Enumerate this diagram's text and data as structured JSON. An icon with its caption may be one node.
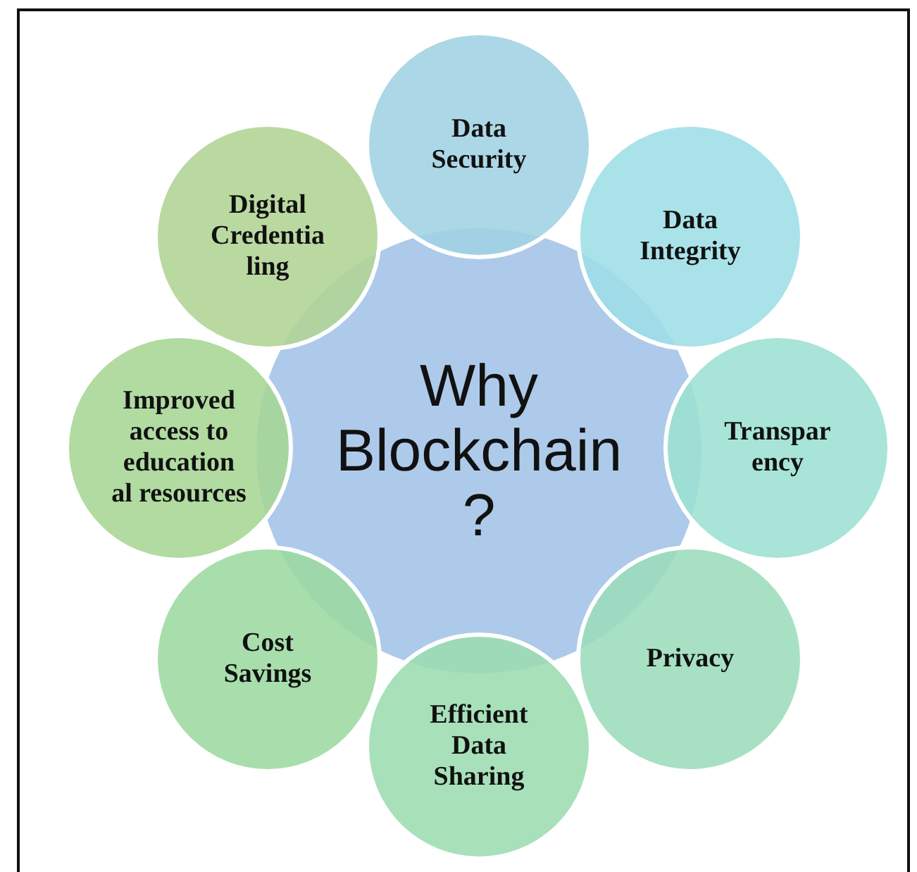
{
  "diagram": {
    "nodes": [
      {
        "text": [
          "Why Blockchain ?"
        ]
      },
      {
        "text": [
          "Data Security"
        ]
      },
      {
        "text": [
          "Data Integrity"
        ]
      },
      {
        "text": [
          "Transpar ency"
        ]
      },
      {
        "text": [
          "Privacy"
        ]
      },
      {
        "text": [
          "Efficient Data Sharing"
        ]
      },
      {
        "text": [
          "Cost Savings"
        ]
      },
      {
        "text": [
          "Improved access to education al resources"
        ]
      },
      {
        "text": [
          "Digital Credentia ling"
        ]
      }
    ]
  }
}
